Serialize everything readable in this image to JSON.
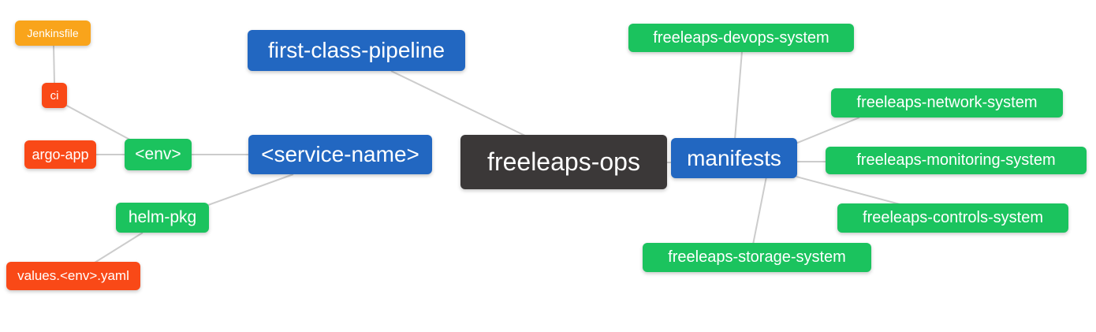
{
  "diagram": {
    "type": "mindmap",
    "background_color": "#ffffff",
    "edge_color": "#cccccc",
    "text_color": "#ffffff",
    "palette": {
      "root": "#3B3838",
      "branch": "#2267C1",
      "leaf_green": "#1BC35E",
      "leaf_red": "#F94917",
      "leaf_orange": "#F9A41B"
    }
  },
  "nodes": {
    "ops": {
      "label": "freeleaps-ops",
      "color": "#3B3838"
    },
    "first_class_pipeline": {
      "label": "first-class-pipeline",
      "color": "#2267C1"
    },
    "service_name": {
      "label": "<service-name>",
      "color": "#2267C1"
    },
    "manifests": {
      "label": "manifests",
      "color": "#2267C1"
    },
    "env": {
      "label": "<env>",
      "color": "#1BC35E"
    },
    "helm_pkg": {
      "label": "helm-pkg",
      "color": "#1BC35E"
    },
    "ci": {
      "label": "ci",
      "color": "#F94917"
    },
    "argo_app": {
      "label": "argo-app",
      "color": "#F94917"
    },
    "values_env_yaml": {
      "label": "values.<env>.yaml",
      "color": "#F94917"
    },
    "jenkinsfile": {
      "label": "Jenkinsfile",
      "color": "#F9A41B"
    },
    "devops_system": {
      "label": "freeleaps-devops-system",
      "color": "#1BC35E"
    },
    "network_system": {
      "label": "freeleaps-network-system",
      "color": "#1BC35E"
    },
    "monitoring_system": {
      "label": "freeleaps-monitoring-system",
      "color": "#1BC35E"
    },
    "controls_system": {
      "label": "freeleaps-controls-system",
      "color": "#1BC35E"
    },
    "storage_system": {
      "label": "freeleaps-storage-system",
      "color": "#1BC35E"
    }
  },
  "structure": {
    "edges": [
      {
        "from": "jenkinsfile",
        "to": "ci"
      },
      {
        "from": "ci",
        "to": "env"
      },
      {
        "from": "argo_app",
        "to": "env"
      },
      {
        "from": "env",
        "to": "service_name"
      },
      {
        "from": "helm_pkg",
        "to": "service_name"
      },
      {
        "from": "values_env_yaml",
        "to": "helm_pkg"
      },
      {
        "from": "first_class_pipeline",
        "to": "ops"
      },
      {
        "from": "service_name",
        "to": "ops"
      },
      {
        "from": "ops",
        "to": "manifests"
      },
      {
        "from": "devops_system",
        "to": "manifests"
      },
      {
        "from": "manifests",
        "to": "network_system"
      },
      {
        "from": "manifests",
        "to": "monitoring_system"
      },
      {
        "from": "manifests",
        "to": "controls_system"
      },
      {
        "from": "manifests",
        "to": "storage_system"
      }
    ]
  }
}
